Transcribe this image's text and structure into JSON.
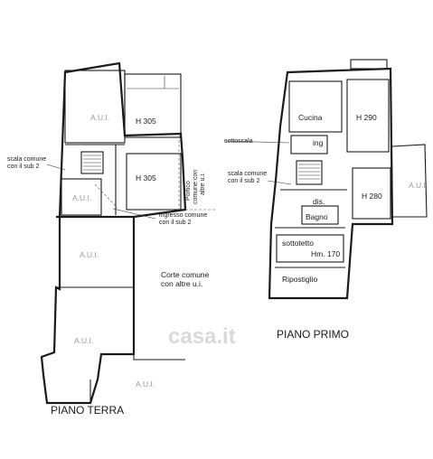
{
  "ground_floor": {
    "title": "PIANO TERRA",
    "labels": {
      "aui_top": "A.U.I.",
      "h305_top": "H 305",
      "h305_bottom": "H 305",
      "scala": "scala comune\ncon il sub 2",
      "aui_small": "A.U.I.",
      "portico": "Portico\ncomune con\naltre u.i.",
      "ingresso": "ingresso comune\ncon il sub 2",
      "aui_mid": "A.U.I.",
      "corte": "Corte comune\ncon altre u.i.",
      "aui_low": "A.U.I.",
      "aui_bottom": "A.U.I."
    }
  },
  "first_floor": {
    "title": "PIANO PRIMO",
    "labels": {
      "cucina": "Cucina",
      "h290": "H 290",
      "sottoscala": "sottoscala",
      "ing": "ing",
      "scala": "scala comune\ncon il sub 2",
      "h280": "H 280",
      "aui_right": "A.U.I.",
      "dis": "dis.",
      "bagno": "Bagno",
      "sottotetto": "sottotetto",
      "hm": "Hm. 170",
      "ripostiglio": "Ripostiglio"
    }
  },
  "watermark": "casa.it"
}
